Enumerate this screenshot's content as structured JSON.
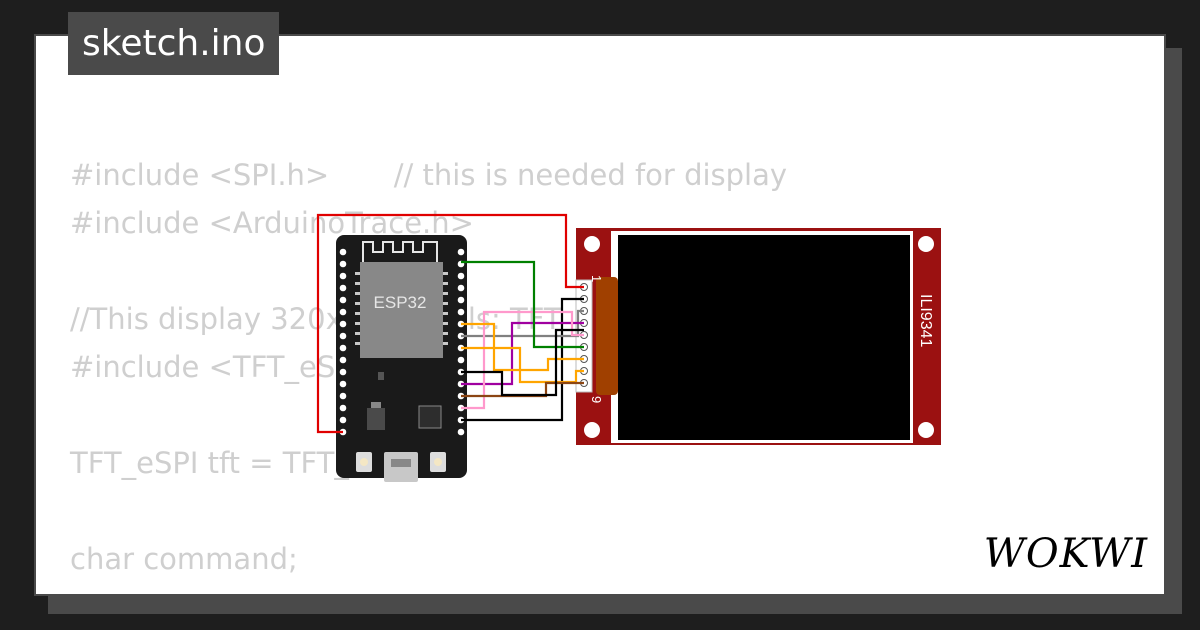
{
  "title": "sketch.ino",
  "code_lines": [
    {
      "text": "#include <SPI.h>       // this is needed for display"
    },
    {
      "text": "#include <ArduinoTrace.h>"
    },
    {
      "text": ""
    },
    {
      "text": "//This display 320x240 pixels: TFT"
    },
    {
      "text": "#include <TFT_eSPI.h>"
    },
    {
      "text": ""
    },
    {
      "text": "TFT_eSPI tft = TFT_eSPI();"
    },
    {
      "text": ""
    },
    {
      "text": "char command;"
    }
  ],
  "esp32": {
    "label": "ESP32"
  },
  "display": {
    "label": "ILI9341",
    "pin_first": "1",
    "pin_last": "9"
  },
  "brand": {
    "logo_text": "WOKWI"
  },
  "colors": {
    "wire_red": "#e00000",
    "wire_green": "#008000",
    "wire_violet": "#a000a0",
    "wire_orange": "#ffa500",
    "wire_gray": "#808080",
    "wire_pink": "#ff99cc",
    "wire_brown": "#8b4513",
    "wire_black": "#000000",
    "board_red": "#9b1111",
    "esp_board": "#1a1a1a"
  }
}
